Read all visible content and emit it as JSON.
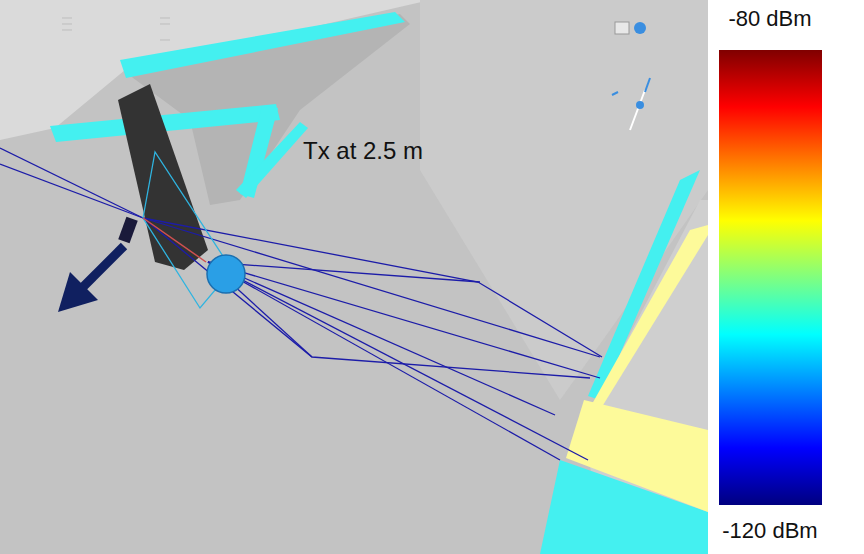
{
  "diagram": {
    "labels": [
      "Tx at 2.5 m",
      "-80 dBm",
      "-120 dBm"
    ]
  }
}
